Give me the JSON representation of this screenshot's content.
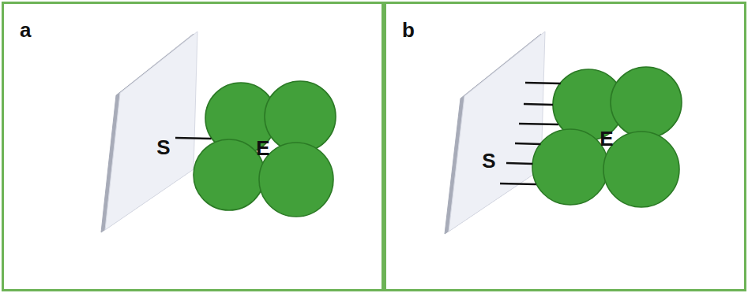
{
  "diagram": {
    "nodes": [
      {
        "text": [
          "a"
        ]
      },
      {
        "text": [
          "S"
        ],
        "in": 0
      },
      {
        "text": [
          "E"
        ],
        "in": 0
      },
      {
        "text": [
          "b"
        ]
      },
      {
        "text": [
          "S"
        ],
        "in": 3
      },
      {
        "text": [
          "E"
        ],
        "in": 3
      }
    ],
    "edges": [
      {
        "from": 1,
        "to": 2,
        "arrow": "none"
      },
      {
        "from": 4,
        "to": 5,
        "arrow": "none"
      },
      {
        "from": 4,
        "to": 5,
        "arrow": "none"
      },
      {
        "from": 4,
        "to": 5,
        "arrow": "none"
      },
      {
        "from": 4,
        "to": 5,
        "arrow": "none"
      },
      {
        "from": 4,
        "to": 5,
        "arrow": "none"
      },
      {
        "from": 4,
        "to": 5,
        "arrow": "none"
      }
    ]
  }
}
